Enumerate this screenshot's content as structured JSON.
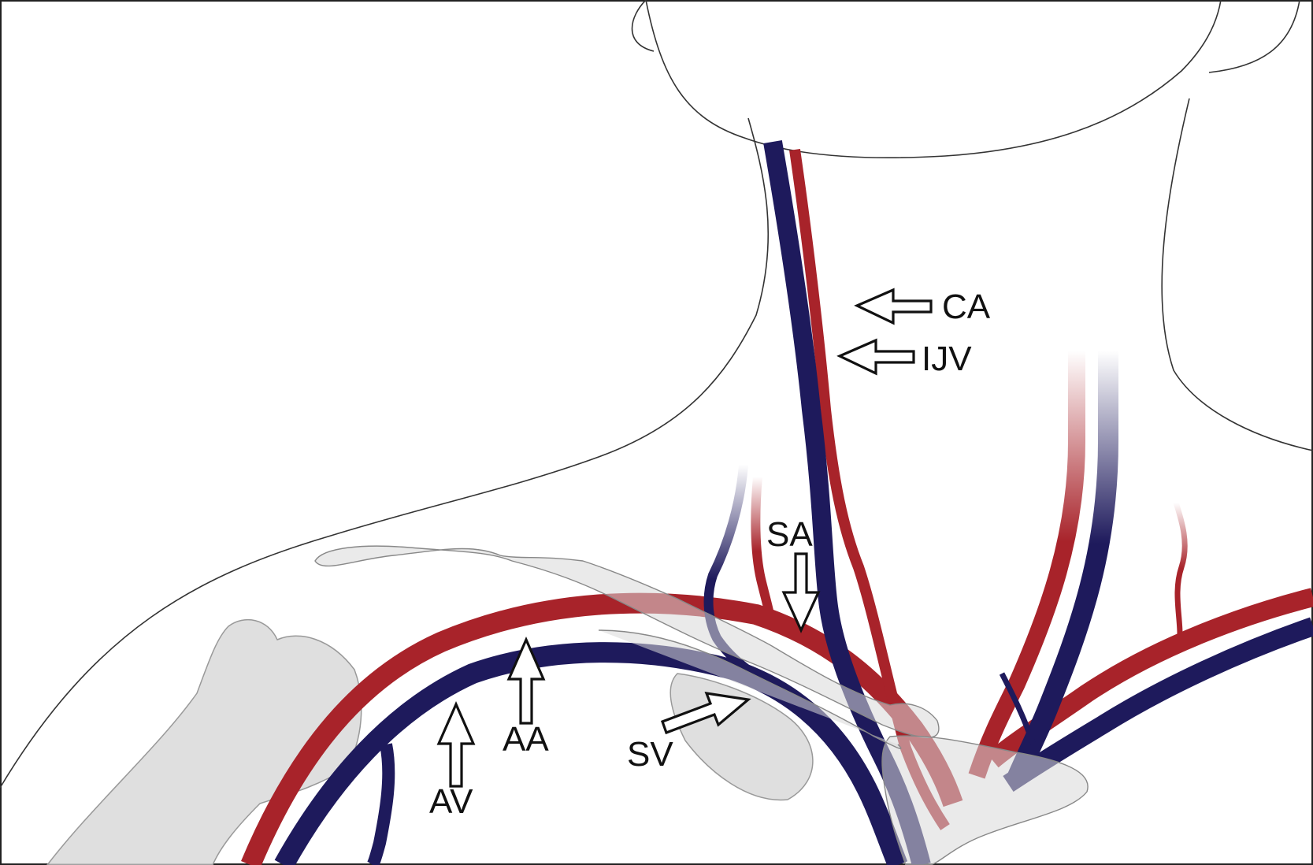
{
  "colors": {
    "artery": "#a8232a",
    "vein": "#1e1a5c",
    "bone": "#d9d9d9",
    "outline": "#222222",
    "arrow_fill": "#ffffff",
    "arrow_stroke": "#111111"
  },
  "labels": {
    "ca": "CA",
    "ijv": "IJV",
    "sa": "SA",
    "sv": "SV",
    "aa": "AA",
    "av": "AV"
  },
  "icons": [
    "arrow-left-icon",
    "arrow-down-icon",
    "arrow-up-icon",
    "arrow-diagonal-icon"
  ]
}
